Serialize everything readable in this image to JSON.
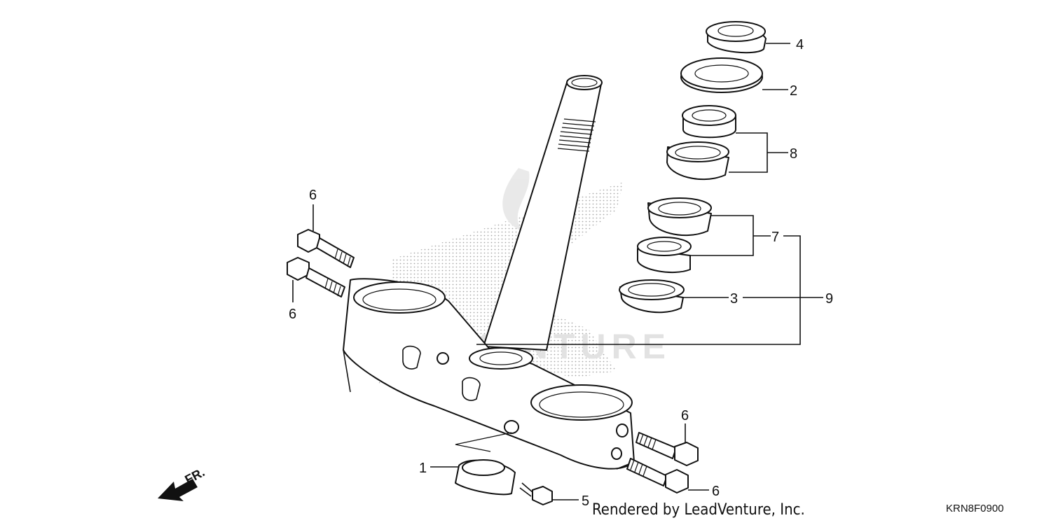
{
  "diagram": {
    "callouts": [
      {
        "id": "c4",
        "label": "4"
      },
      {
        "id": "c2",
        "label": "2"
      },
      {
        "id": "c8",
        "label": "8"
      },
      {
        "id": "c7",
        "label": "7"
      },
      {
        "id": "c9",
        "label": "9"
      },
      {
        "id": "c3",
        "label": "3"
      },
      {
        "id": "c6a",
        "label": "6"
      },
      {
        "id": "c6b",
        "label": "6"
      },
      {
        "id": "c6c",
        "label": "6"
      },
      {
        "id": "c6d",
        "label": "6"
      },
      {
        "id": "c1",
        "label": "1"
      },
      {
        "id": "c5",
        "label": "5"
      }
    ],
    "front_arrow_label": "FR.",
    "watermark_text": "LEADVENTURE"
  },
  "footer": {
    "credit": "Rendered by LeadVenture, Inc.",
    "diagram_code": "KRN8F0900"
  },
  "colors": {
    "line": "#111111",
    "watermark": "#d9d9d9",
    "background": "#ffffff"
  }
}
